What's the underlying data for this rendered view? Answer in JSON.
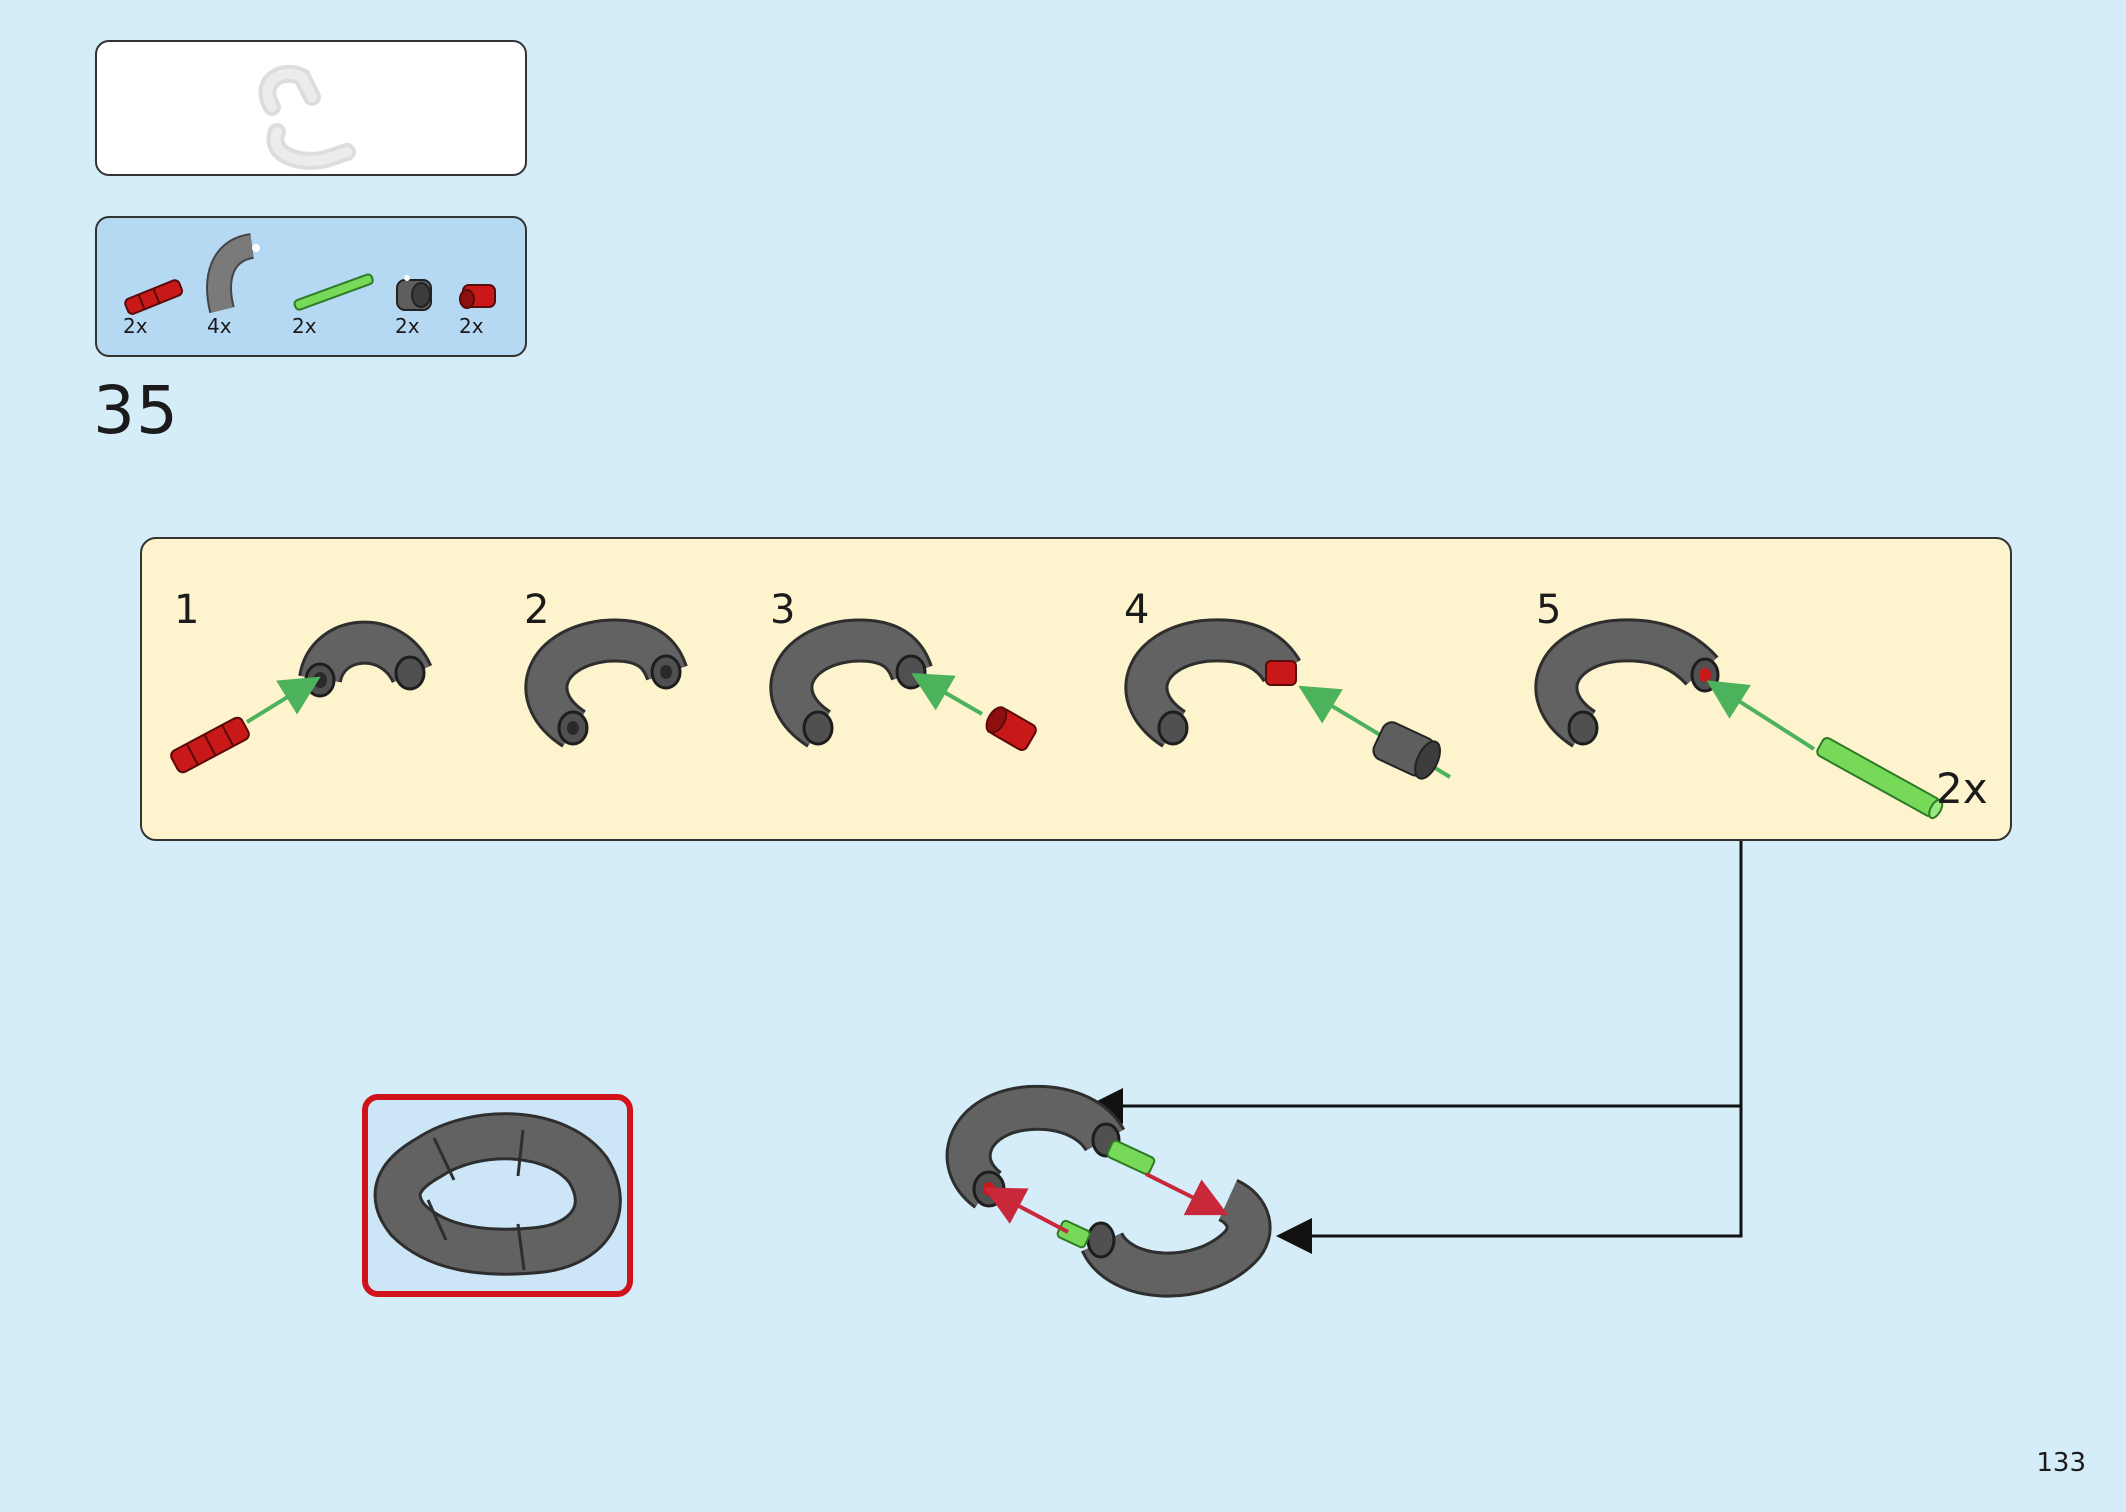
{
  "step": {
    "number": "35",
    "page_number": "133"
  },
  "parts_list": [
    {
      "name": "red-axle-pin",
      "qty": "2x",
      "color": "#cc1a1a"
    },
    {
      "name": "dark-gray-curved-tube",
      "qty": "4x",
      "color": "#6b6b6b"
    },
    {
      "name": "green-axle",
      "qty": "2x",
      "color": "#6fd64e"
    },
    {
      "name": "dark-gray-bush",
      "qty": "2x",
      "color": "#595959"
    },
    {
      "name": "red-pin-connector",
      "qty": "2x",
      "color": "#cc1a1a"
    }
  ],
  "sub_steps": [
    {
      "number": "1"
    },
    {
      "number": "2"
    },
    {
      "number": "3"
    },
    {
      "number": "4"
    },
    {
      "number": "5"
    }
  ],
  "sub_assembly_multiplier": "2x",
  "colors": {
    "background": "#d5ecf9",
    "parts_panel": "#b5d8f3",
    "sub_panel": "#fdf4cd",
    "highlight_red": "#d0121b",
    "arrow_green": "#4cb35c",
    "arrow_red": "#c8283a"
  }
}
